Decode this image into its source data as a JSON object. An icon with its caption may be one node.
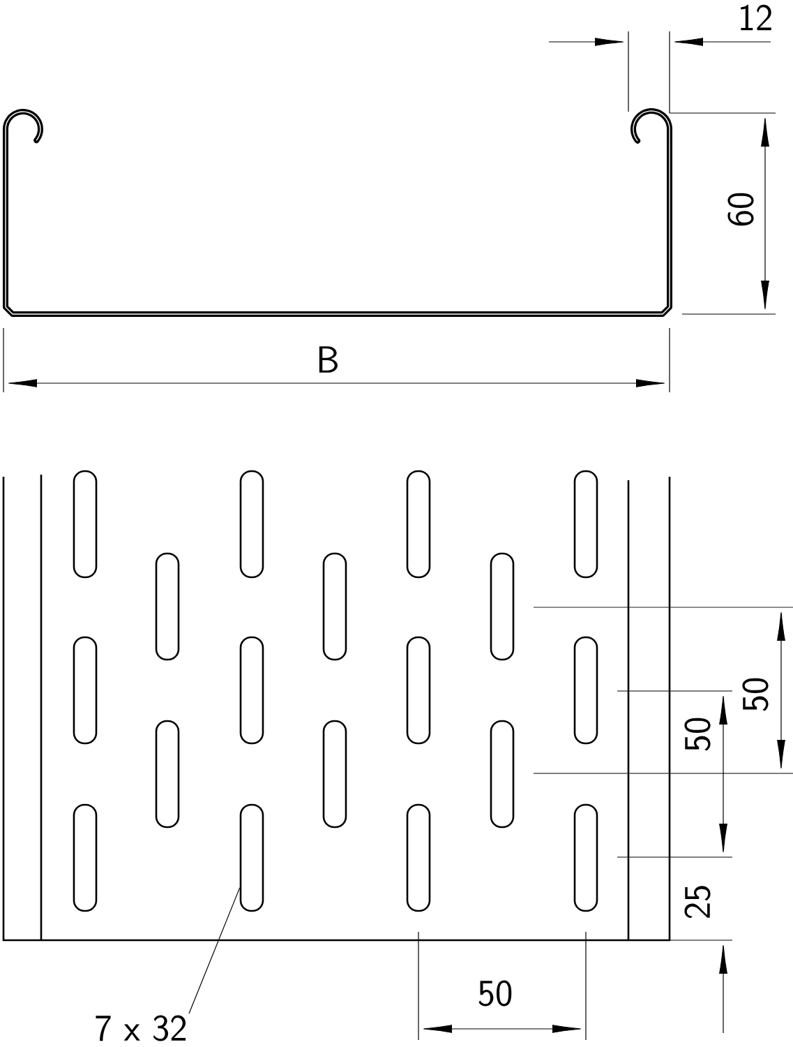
{
  "diagram": {
    "nodes": [
      {
        "text": [
          "7 x 32"
        ]
      },
      {
        "text": [],
        "shape": "slot"
      }
    ],
    "edges": [
      {
        "from": 0,
        "to": 1,
        "arrow": "none"
      }
    ],
    "labels": [
      "12",
      "60",
      "B",
      "50",
      "50",
      "25",
      "50"
    ]
  }
}
